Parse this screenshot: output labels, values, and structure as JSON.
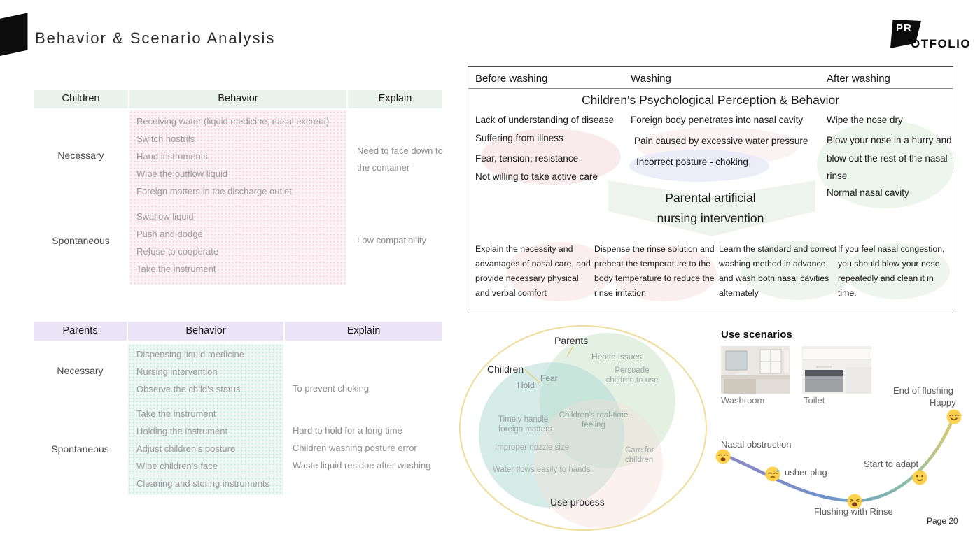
{
  "page": {
    "title": "Behavior & Scenario Analysis",
    "page_number": "Page 20",
    "logo": {
      "pr": "PR",
      "otfolio": "OTFOLIO"
    }
  },
  "children_table": {
    "headers": [
      "Children",
      "Behavior",
      "Explain"
    ],
    "groups": [
      {
        "label": "Necessary",
        "behaviors": [
          "Receiving water (liquid medicine, nasal excreta)",
          "Switch nostrils",
          "Hand instruments",
          "Wipe the outflow liquid",
          "Foreign matters in the discharge outlet"
        ],
        "explain": "Need to face down to the container"
      },
      {
        "label": "Spontaneous",
        "behaviors": [
          "Swallow liquid",
          "Push and dodge",
          "Refuse to cooperate",
          "Take the instrument"
        ],
        "explain": "Low compatibility"
      }
    ]
  },
  "parents_table": {
    "headers": [
      "Parents",
      "Behavior",
      "Explain"
    ],
    "groups": [
      {
        "label": "Necessary",
        "behaviors": [
          "Dispensing liquid medicine",
          "Nursing intervention",
          "Observe the child's status"
        ],
        "explain": "To prevent choking"
      },
      {
        "label": "Spontaneous",
        "behaviors": [
          "Take the instrument",
          "Holding the instrument",
          "Adjust children's posture",
          "Wipe children's face",
          "Cleaning and storing instruments"
        ],
        "explains": [
          "Hard to hold for a long time",
          "Children washing posture error",
          "Waste liquid residue after washing"
        ]
      }
    ]
  },
  "psych_panel": {
    "stages": [
      "Before washing",
      "Washing",
      "After washing"
    ],
    "title": "Children's Psychological Perception & Behavior",
    "before_items": [
      "Lack of understanding of disease",
      "Suffering from illness",
      "Fear, tension, resistance",
      "Not willing to take active care"
    ],
    "washing_items": [
      "Foreign body penetrates into nasal cavity",
      "Pain caused by excessive water pressure",
      "Incorrect posture - choking"
    ],
    "after_items": [
      "Wipe the nose dry",
      "Blow your nose in a hurry and blow out the rest of the nasal rinse",
      "Normal nasal cavity"
    ],
    "center": {
      "line1": "Parental artificial",
      "line2": "nursing intervention"
    },
    "interventions": [
      "Explain the necessity and advantages of nasal care, and provide necessary physical and verbal comfort",
      "Dispense the rinse solution and preheat the temperature to the body temperature to reduce the rinse irritation",
      "Learn the standard and correct washing method in advance, and wash both nasal cavities alternately",
      "If you feel nasal congestion, you should blow your nose repeatedly and clean it in time."
    ]
  },
  "venn": {
    "labels": {
      "parents": "Parents",
      "children": "Children",
      "use_process": "Use process"
    },
    "items": {
      "health_issues": "Health issues",
      "persuade": "Persuade children to use",
      "fear": "Fear",
      "hold": "Hold",
      "realtime_feeling": "Children's real-time feeling",
      "timely_handle": "Timely handle foreign matters",
      "improper_nozzle": "Improper nozzle size",
      "care_for_children": "Care for children",
      "water_flows": "Water flows easily to hands"
    }
  },
  "scenarios": {
    "title": "Use scenarios",
    "photos": [
      {
        "caption": "Washroom"
      },
      {
        "caption": "Toilet"
      }
    ],
    "curve": {
      "end_of_flushing": "End of flushing",
      "happy": "Happy",
      "nasal_obstruction": "Nasal obstruction",
      "usher_plug": "usher plug",
      "start_to_adapt": "Start to adapt",
      "flushing_with_rinse": "Flushing with Rinse"
    }
  },
  "icons": {
    "weary-face-icon": "weary emoji",
    "sweat-face-icon": "downcast sweat emoji",
    "tired-face-icon": "tired emoji",
    "slight-smile-face-icon": "slightly smiling emoji",
    "smiling-face-icon": "smiling emoji"
  },
  "colors": {
    "children_header_bg": "#e9f2ec",
    "children_behavior_bg": "#fcf1f4",
    "parents_header_bg": "#e9e4f6",
    "parents_behavior_bg": "#edf8f5",
    "venn_yellow": "#efdc9b",
    "curve_start": "#8f86c6",
    "curve_end": "#ddc873"
  }
}
